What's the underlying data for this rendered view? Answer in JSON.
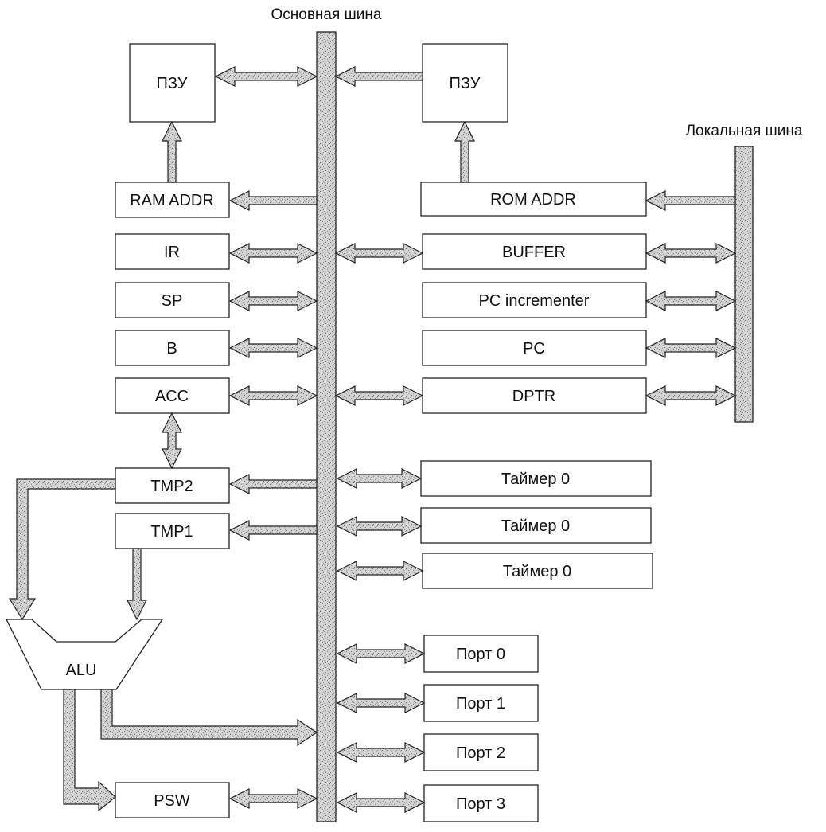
{
  "labels": {
    "main_bus": "Основная шина",
    "local_bus": "Локальная шина"
  },
  "blocks": {
    "rom_left": "ПЗУ",
    "rom_right": "ПЗУ",
    "ram_addr": "RAM ADDR",
    "rom_addr": "ROM ADDR",
    "ir": "IR",
    "sp": "SP",
    "b": "B",
    "acc": "ACC",
    "buffer": "BUFFER",
    "pc_incrementer": "PC incrementer",
    "pc": "PC",
    "dptr": "DPTR",
    "tmp2": "TMP2",
    "tmp1": "TMP1",
    "alu": "ALU",
    "psw": "PSW",
    "timer_1": "Таймер 0",
    "timer_2": "Таймер 0",
    "timer_3": "Таймер 0",
    "port_0": "Порт 0",
    "port_1": "Порт 1",
    "port_2": "Порт 2",
    "port_3": "Порт 3"
  },
  "colors": {
    "stroke": "#222222",
    "fill": "#ffffff",
    "hatch": "#bdbdbd"
  }
}
